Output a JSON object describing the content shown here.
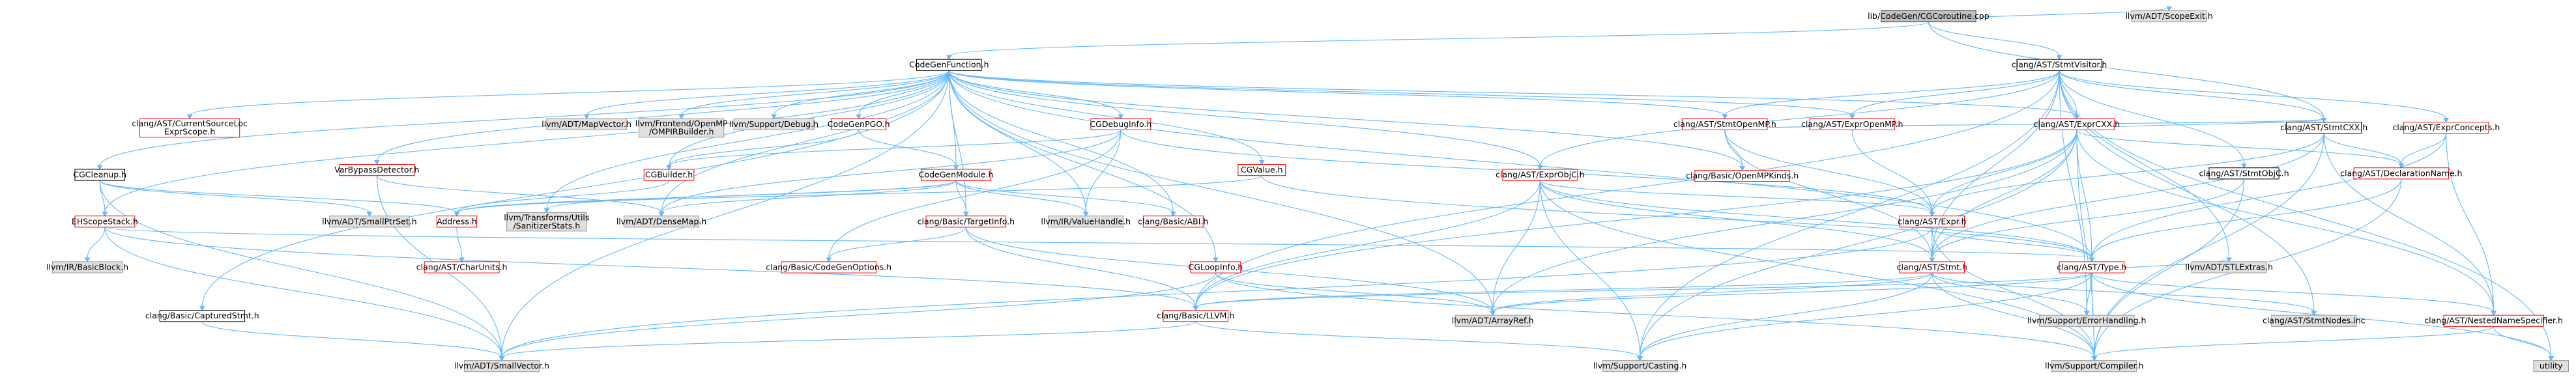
{
  "colors": {
    "root_fill": "#bfbfbf",
    "root_stroke": "#404040",
    "normal_fill": "#ffffff",
    "normal_stroke": "#000000",
    "red_stroke": "#ff0000",
    "external_fill": "#e0e0e0",
    "external_stroke": "#999999",
    "edge": "#63b8ff"
  },
  "nodes": {
    "root": {
      "label": "lib/CodeGen/CGCoroutine.cpp",
      "kind": "root"
    },
    "codegenfunction": {
      "label": "CodeGenFunction.h",
      "kind": "normal"
    },
    "stmtvisitor": {
      "label": "clang/AST/StmtVisitor.h",
      "kind": "normal"
    },
    "scopeexit": {
      "label": "llvm/ADT/ScopeExit.h",
      "kind": "external"
    },
    "stmtcxx": {
      "label": "clang/AST/StmtCXX.h",
      "kind": "normal"
    },
    "cgcleanup": {
      "label": "CGCleanup.h",
      "kind": "normal"
    },
    "ehscopestack": {
      "label": "EHScopeStack.h",
      "kind": "red"
    },
    "currentsourceloc": {
      "label": "clang/AST/CurrentSourceLoc\nExprScope.h",
      "kind": "red"
    },
    "varbypass": {
      "label": "VarBypassDetector.h",
      "kind": "red"
    },
    "mapvector": {
      "label": "llvm/ADT/MapVector.h",
      "kind": "external"
    },
    "ompirbuilder": {
      "label": "llvm/Frontend/OpenMP\n/OMPIRBuilder.h",
      "kind": "external"
    },
    "debug": {
      "label": "llvm/Support/Debug.h",
      "kind": "external"
    },
    "codegenpgo": {
      "label": "CodeGenPGO.h",
      "kind": "red"
    },
    "cgdebuginfo": {
      "label": "CGDebugInfo.h",
      "kind": "red"
    },
    "stmtopenmp": {
      "label": "clang/AST/StmtOpenMP.h",
      "kind": "red"
    },
    "expropenmp": {
      "label": "clang/AST/ExprOpenMP.h",
      "kind": "red"
    },
    "exprcxx": {
      "label": "clang/AST/ExprCXX.h",
      "kind": "red"
    },
    "cgbuilder": {
      "label": "CGBuilder.h",
      "kind": "red"
    },
    "codegenmodule": {
      "label": "CodeGenModule.h",
      "kind": "red"
    },
    "cgvalue": {
      "label": "CGValue.h",
      "kind": "red"
    },
    "openmpkinds": {
      "label": "clang/Basic/OpenMPKinds.h",
      "kind": "red"
    },
    "exprobjc": {
      "label": "clang/AST/ExprObjC.h",
      "kind": "red"
    },
    "exprconcepts": {
      "label": "clang/AST/ExprConcepts.h",
      "kind": "red"
    },
    "smallptrset": {
      "label": "llvm/ADT/SmallPtrSet.h",
      "kind": "external"
    },
    "address": {
      "label": "Address.h",
      "kind": "red"
    },
    "sanitizerstats": {
      "label": "llvm/Transforms/Utils\n/SanitizerStats.h",
      "kind": "external"
    },
    "densemap": {
      "label": "llvm/ADT/DenseMap.h",
      "kind": "external"
    },
    "targetinfo": {
      "label": "clang/Basic/TargetInfo.h",
      "kind": "red"
    },
    "valuehandle": {
      "label": "llvm/IR/ValueHandle.h",
      "kind": "external"
    },
    "abi": {
      "label": "clang/Basic/ABI.h",
      "kind": "red"
    },
    "expr": {
      "label": "clang/AST/Expr.h",
      "kind": "red"
    },
    "declarationname": {
      "label": "clang/AST/DeclarationName.h",
      "kind": "red"
    },
    "stmtobjc": {
      "label": "clang/AST/StmtObjC.h",
      "kind": "normal"
    },
    "basicblock": {
      "label": "llvm/IR/BasicBlock.h",
      "kind": "external"
    },
    "charunits": {
      "label": "clang/AST/CharUnits.h",
      "kind": "red"
    },
    "codegenoptions": {
      "label": "clang/Basic/CodeGenOptions.h",
      "kind": "red"
    },
    "cgloopinfo": {
      "label": "CGLoopInfo.h",
      "kind": "red"
    },
    "stmt": {
      "label": "clang/AST/Stmt.h",
      "kind": "red"
    },
    "type": {
      "label": "clang/AST/Type.h",
      "kind": "red"
    },
    "stlextras": {
      "label": "llvm/ADT/STLExtras.h",
      "kind": "external"
    },
    "capturedstmt": {
      "label": "clang/Basic/CapturedStmt.h",
      "kind": "normal"
    },
    "llvm": {
      "label": "clang/Basic/LLVM.h",
      "kind": "red"
    },
    "arrayref": {
      "label": "llvm/ADT/ArrayRef.h",
      "kind": "external"
    },
    "errorhandling": {
      "label": "llvm/Support/ErrorHandling.h",
      "kind": "external"
    },
    "stmtnodes": {
      "label": "clang/AST/StmtNodes.inc",
      "kind": "external"
    },
    "nestednamespecifier": {
      "label": "clang/AST/NestedNameSpecifier.h",
      "kind": "red"
    },
    "smallvector": {
      "label": "llvm/ADT/SmallVector.h",
      "kind": "external"
    },
    "casting": {
      "label": "llvm/Support/Casting.h",
      "kind": "external"
    },
    "compiler": {
      "label": "llvm/Support/Compiler.h",
      "kind": "external"
    },
    "utility": {
      "label": "utility",
      "kind": "external"
    }
  },
  "edges": [
    [
      "root",
      "codegenfunction"
    ],
    [
      "root",
      "stmtvisitor"
    ],
    [
      "root",
      "scopeexit"
    ],
    [
      "root",
      "stmtcxx"
    ],
    [
      "codegenfunction",
      "cgcleanup"
    ],
    [
      "codegenfunction",
      "ehscopestack"
    ],
    [
      "codegenfunction",
      "currentsourceloc"
    ],
    [
      "codegenfunction",
      "varbypass"
    ],
    [
      "codegenfunction",
      "mapvector"
    ],
    [
      "codegenfunction",
      "ompirbuilder"
    ],
    [
      "codegenfunction",
      "debug"
    ],
    [
      "codegenfunction",
      "codegenpgo"
    ],
    [
      "codegenfunction",
      "cgdebuginfo"
    ],
    [
      "codegenfunction",
      "stmtopenmp"
    ],
    [
      "codegenfunction",
      "expropenmp"
    ],
    [
      "codegenfunction",
      "exprcxx"
    ],
    [
      "codegenfunction",
      "cgbuilder"
    ],
    [
      "codegenfunction",
      "codegenmodule"
    ],
    [
      "codegenfunction",
      "cgvalue"
    ],
    [
      "codegenfunction",
      "exprobjc"
    ],
    [
      "codegenfunction",
      "cgloopinfo"
    ],
    [
      "codegenfunction",
      "targetinfo"
    ],
    [
      "codegenfunction",
      "sanitizerstats"
    ],
    [
      "codegenfunction",
      "densemap"
    ],
    [
      "codegenfunction",
      "valuehandle"
    ],
    [
      "codegenfunction",
      "abi"
    ],
    [
      "codegenfunction",
      "capturedstmt"
    ],
    [
      "codegenfunction",
      "type"
    ],
    [
      "codegenfunction",
      "smallvector"
    ],
    [
      "codegenfunction",
      "arrayref"
    ],
    [
      "codegenfunction",
      "openmpkinds"
    ],
    [
      "cgcleanup",
      "ehscopestack"
    ],
    [
      "cgcleanup",
      "address"
    ],
    [
      "cgcleanup",
      "smallptrset"
    ],
    [
      "cgcleanup",
      "smallvector"
    ],
    [
      "ehscopestack",
      "basicblock"
    ],
    [
      "ehscopestack",
      "smallvector"
    ],
    [
      "ehscopestack",
      "llvm"
    ],
    [
      "ehscopestack",
      "type"
    ],
    [
      "varbypass",
      "densemap"
    ],
    [
      "varbypass",
      "smallvector"
    ],
    [
      "codegenpgo",
      "cgbuilder"
    ],
    [
      "codegenpgo",
      "codegenmodule"
    ],
    [
      "cgdebuginfo",
      "cgbuilder"
    ],
    [
      "cgdebuginfo",
      "expr"
    ],
    [
      "cgdebuginfo",
      "codegenoptions"
    ],
    [
      "cgdebuginfo",
      "valuehandle"
    ],
    [
      "cgdebuginfo",
      "densemap"
    ],
    [
      "cgbuilder",
      "address"
    ],
    [
      "codegenmodule",
      "address"
    ],
    [
      "codegenmodule",
      "targetinfo"
    ],
    [
      "codegenmodule",
      "abi"
    ],
    [
      "codegenmodule",
      "sanitizerstats"
    ],
    [
      "codegenmodule",
      "densemap"
    ],
    [
      "codegenmodule",
      "valuehandle"
    ],
    [
      "cgvalue",
      "address"
    ],
    [
      "cgvalue",
      "type"
    ],
    [
      "address",
      "charunits"
    ],
    [
      "targetinfo",
      "codegenoptions"
    ],
    [
      "targetinfo",
      "llvm"
    ],
    [
      "targetinfo",
      "arrayref"
    ],
    [
      "stmtvisitor",
      "exprcxx"
    ],
    [
      "stmtvisitor",
      "stmtcxx"
    ],
    [
      "stmtvisitor",
      "stmtopenmp"
    ],
    [
      "stmtvisitor",
      "exprobjc"
    ],
    [
      "stmtvisitor",
      "exprconcepts"
    ],
    [
      "stmtvisitor",
      "stmtobjc"
    ],
    [
      "stmtvisitor",
      "expropenmp"
    ],
    [
      "stmtvisitor",
      "stmt"
    ],
    [
      "stmtvisitor",
      "llvm"
    ],
    [
      "stmtvisitor",
      "casting"
    ],
    [
      "stmtvisitor",
      "errorhandling"
    ],
    [
      "stmtvisitor",
      "utility"
    ],
    [
      "stmtvisitor",
      "stmtnodes"
    ],
    [
      "stmtvisitor",
      "stlextras"
    ],
    [
      "stmtopenmp",
      "expr"
    ],
    [
      "stmtopenmp",
      "stmt"
    ],
    [
      "stmtopenmp",
      "openmpkinds"
    ],
    [
      "stmtopenmp",
      "stmtcxx"
    ],
    [
      "expropenmp",
      "expr"
    ],
    [
      "exprcxx",
      "expr"
    ],
    [
      "exprcxx",
      "stmt"
    ],
    [
      "exprcxx",
      "stmtcxx"
    ],
    [
      "exprcxx",
      "type"
    ],
    [
      "exprcxx",
      "declarationname"
    ],
    [
      "exprcxx",
      "nestednamespecifier"
    ],
    [
      "exprcxx",
      "llvm"
    ],
    [
      "exprcxx",
      "arrayref"
    ],
    [
      "exprcxx",
      "casting"
    ],
    [
      "exprcxx",
      "compiler"
    ],
    [
      "exprobjc",
      "expr"
    ],
    [
      "exprobjc",
      "stmt"
    ],
    [
      "exprobjc",
      "type"
    ],
    [
      "exprobjc",
      "arrayref"
    ],
    [
      "exprobjc",
      "casting"
    ],
    [
      "exprobjc",
      "compiler"
    ],
    [
      "exprobjc",
      "llvm"
    ],
    [
      "exprconcepts",
      "declarationname"
    ],
    [
      "exprconcepts",
      "nestednamespecifier"
    ],
    [
      "exprconcepts",
      "type"
    ],
    [
      "stmtcxx",
      "expr"
    ],
    [
      "stmtcxx",
      "stmt"
    ],
    [
      "stmtcxx",
      "declarationname"
    ],
    [
      "stmtcxx",
      "nestednamespecifier"
    ],
    [
      "stmtcxx",
      "compiler"
    ],
    [
      "stmtobjc",
      "stmt"
    ],
    [
      "stmtobjc",
      "compiler"
    ],
    [
      "expr",
      "stmt"
    ],
    [
      "expr",
      "type"
    ],
    [
      "expr",
      "smallvector"
    ],
    [
      "expr",
      "compiler"
    ],
    [
      "declarationname",
      "type"
    ],
    [
      "declarationname",
      "compiler"
    ],
    [
      "cgloopinfo",
      "arrayref"
    ],
    [
      "cgloopinfo",
      "smallvector"
    ],
    [
      "cgloopinfo",
      "compiler"
    ],
    [
      "stmt",
      "llvm"
    ],
    [
      "stmt",
      "arrayref"
    ],
    [
      "stmt",
      "casting"
    ],
    [
      "stmt",
      "compiler"
    ],
    [
      "stmt",
      "errorhandling"
    ],
    [
      "stmt",
      "stmtnodes"
    ],
    [
      "type",
      "llvm"
    ],
    [
      "type",
      "arrayref"
    ],
    [
      "type",
      "casting"
    ],
    [
      "type",
      "compiler"
    ],
    [
      "type",
      "errorhandling"
    ],
    [
      "type",
      "nestednamespecifier"
    ],
    [
      "type",
      "utility"
    ],
    [
      "type",
      "stlextras"
    ],
    [
      "nestednamespecifier",
      "compiler"
    ],
    [
      "nestednamespecifier",
      "utility"
    ],
    [
      "llvm",
      "smallvector"
    ],
    [
      "llvm",
      "casting"
    ],
    [
      "capturedstmt",
      "smallvector"
    ]
  ]
}
